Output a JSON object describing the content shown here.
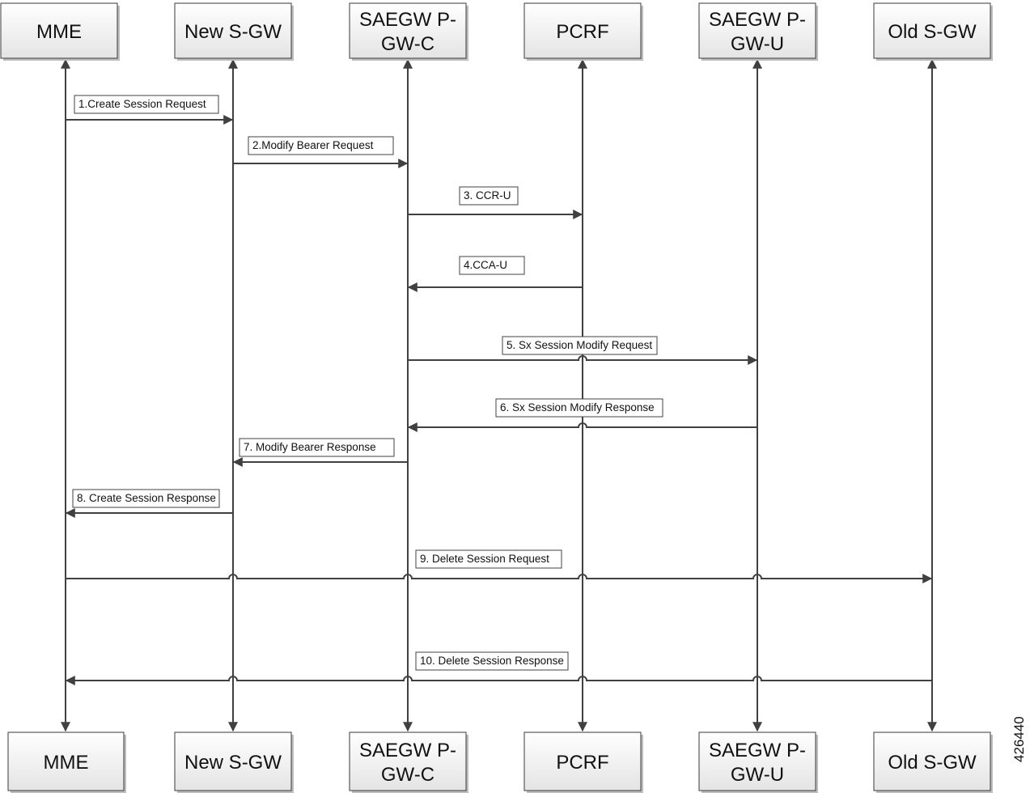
{
  "entities": [
    {
      "id": "mme",
      "label": [
        "MME"
      ]
    },
    {
      "id": "new-sgw",
      "label": [
        "New S-GW"
      ]
    },
    {
      "id": "saegw-pgw-c",
      "label": [
        "SAEGW P-",
        "GW-C"
      ]
    },
    {
      "id": "pcrf",
      "label": [
        "PCRF"
      ]
    },
    {
      "id": "saegw-pgw-u",
      "label": [
        "SAEGW P-",
        "GW-U"
      ]
    },
    {
      "id": "old-sgw",
      "label": [
        "Old S-GW"
      ]
    }
  ],
  "messages": [
    {
      "from": "mme",
      "to": "new-sgw",
      "label": "1.Create Session Request"
    },
    {
      "from": "new-sgw",
      "to": "saegw-pgw-c",
      "label": "2.Modify Bearer Request"
    },
    {
      "from": "saegw-pgw-c",
      "to": "pcrf",
      "label": "3. CCR-U"
    },
    {
      "from": "pcrf",
      "to": "saegw-pgw-c",
      "label": "4.CCA-U"
    },
    {
      "from": "saegw-pgw-c",
      "to": "saegw-pgw-u",
      "label": "5. Sx Session Modify Request"
    },
    {
      "from": "saegw-pgw-u",
      "to": "saegw-pgw-c",
      "label": "6. Sx Session Modify Response"
    },
    {
      "from": "saegw-pgw-c",
      "to": "new-sgw",
      "label": "7. Modify Bearer Response"
    },
    {
      "from": "new-sgw",
      "to": "mme",
      "label": "8. Create Session Response"
    },
    {
      "from": "mme",
      "to": "old-sgw",
      "label": "9. Delete Session Request"
    },
    {
      "from": "old-sgw",
      "to": "mme",
      "label": "10. Delete Session Response"
    }
  ],
  "figure_id": "426440"
}
